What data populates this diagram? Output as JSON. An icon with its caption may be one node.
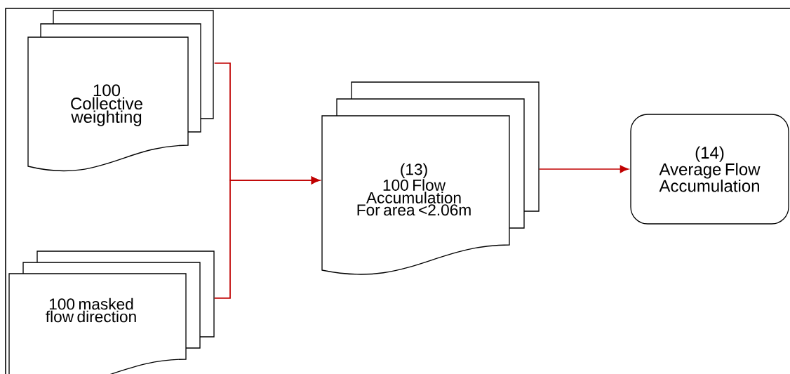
{
  "diagram": {
    "nodes": [
      {
        "text": [
          "100 Collective weighting"
        ]
      },
      {
        "text": [
          "100 masked flow direction"
        ]
      },
      {
        "text": [
          "(13)",
          "100 Flow Accumulation For area <2.06m"
        ]
      },
      {
        "text": [
          "(14)",
          "Average Flow Accumulation"
        ]
      }
    ],
    "edges": [
      {
        "from": 0,
        "to": 2,
        "arrow": "to"
      },
      {
        "from": 1,
        "to": 2,
        "arrow": "to"
      },
      {
        "from": 2,
        "to": 3,
        "arrow": "to"
      }
    ]
  }
}
